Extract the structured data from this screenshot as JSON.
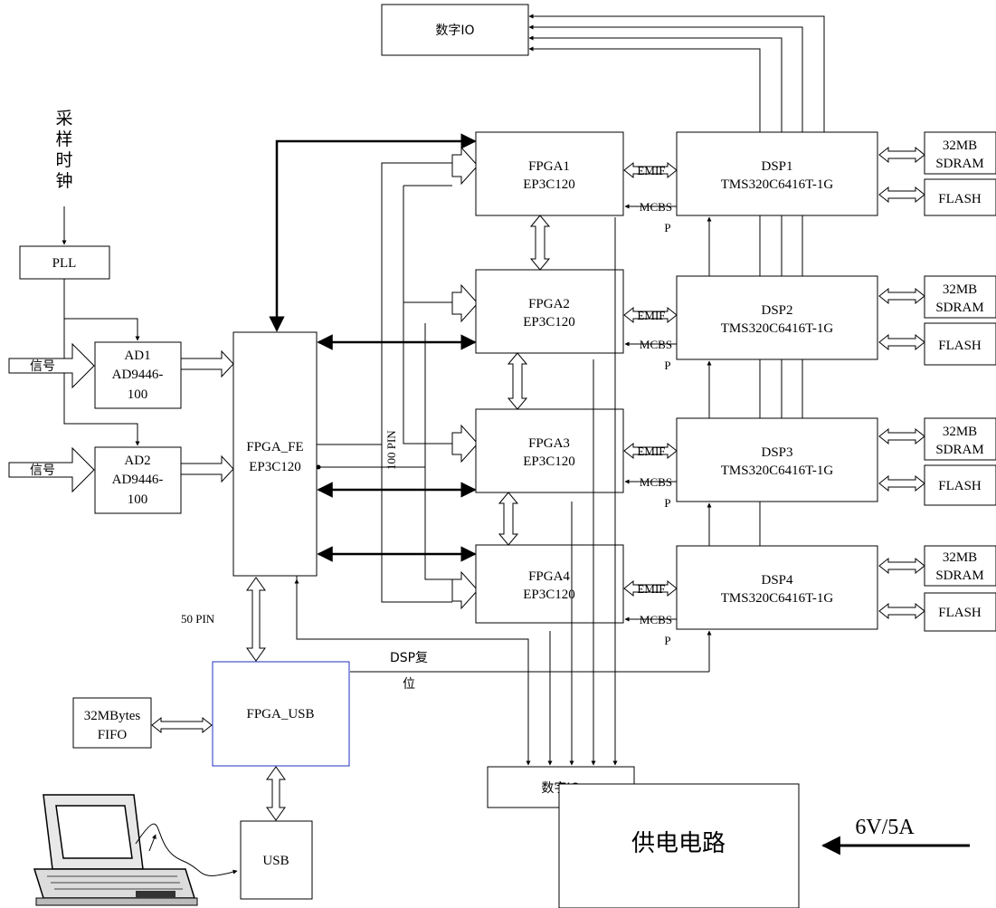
{
  "sampling_clock": [
    "采",
    "样",
    "时",
    "钟"
  ],
  "pll": "PLL",
  "signal_label": "信号",
  "ad1": [
    "AD1",
    "AD9446-",
    "100"
  ],
  "ad2": [
    "AD2",
    "AD9446-",
    "100"
  ],
  "fpga_fe": [
    "FPGA_FE",
    "EP3C120"
  ],
  "pin100": "100 PIN",
  "pin50": "50 PIN",
  "fpgas": [
    {
      "name": "FPGA1",
      "part": "EP3C120"
    },
    {
      "name": "FPGA2",
      "part": "EP3C120"
    },
    {
      "name": "FPGA3",
      "part": "EP3C120"
    },
    {
      "name": "FPGA4",
      "part": "EP3C120"
    }
  ],
  "dsps": [
    {
      "name": "DSP1",
      "part": "TMS320C6416T-1G"
    },
    {
      "name": "DSP2",
      "part": "TMS320C6416T-1G"
    },
    {
      "name": "DSP3",
      "part": "TMS320C6416T-1G"
    },
    {
      "name": "DSP4",
      "part": "TMS320C6416T-1G"
    }
  ],
  "emif": "EMIF",
  "mcbsp": [
    "MCBS",
    "P"
  ],
  "sdram": [
    "32MB",
    "SDRAM"
  ],
  "flash": "FLASH",
  "digital_io": "数字IO",
  "dsp_reset": [
    "DSP复",
    "位"
  ],
  "fpga_usb": "FPGA_USB",
  "fifo": [
    "32MBytes",
    "FIFO"
  ],
  "usb": "USB",
  "power_circuit": "供电电路",
  "power_input": "6V/5A"
}
